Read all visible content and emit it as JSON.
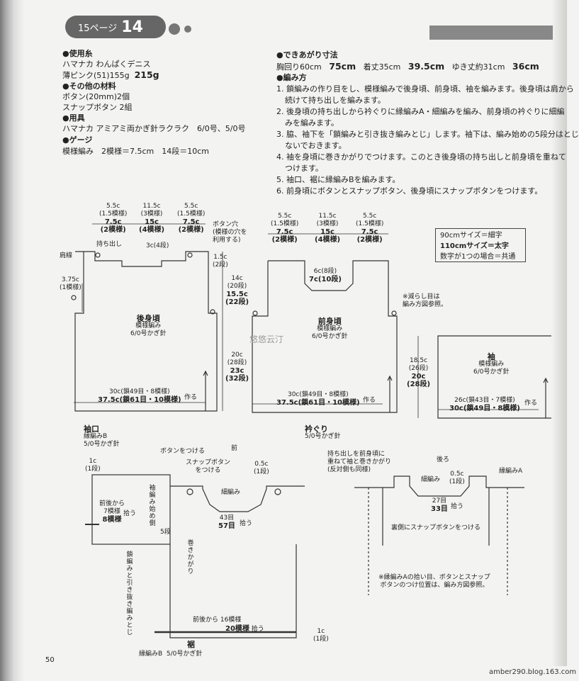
{
  "header": {
    "page_ref": "15ページ",
    "number": "14"
  },
  "materials": {
    "yarn_title": "●使用糸",
    "yarn_brand": "ハマナカ わんぱくデニス",
    "yarn_color": "薄ピンク(51)155g",
    "yarn_color_bold": "215g",
    "other_title": "●その他の材料",
    "button": "ボタン(20mm)2個",
    "snap": "スナップボタン 2組",
    "tools_title": "●用具",
    "tools": "ハマナカ アミアミ両かぎ針ラクラク　6/0号、5/0号",
    "gauge_title": "●ゲージ",
    "gauge": "模様編み　2模様＝7.5cm　14段＝10cm"
  },
  "finished": {
    "title": "●できあがり寸法",
    "chest": "胸回り60cm",
    "chest_b": "75cm",
    "length": "着丈35cm",
    "length_b": "39.5cm",
    "sleeve": "ゆき丈約31cm",
    "sleeve_b": "36cm"
  },
  "method": {
    "title": "●編み方",
    "steps": [
      "1. 鎖編みの作り目をし、模様編みで後身頃、前身頃、袖を編みます。後身頃は肩から",
      "続けて持ち出しを編みます。",
      "2. 後身頃の持ち出しから衿ぐりに縁編みA・細編みを編み、前身頃の衿ぐりに細編",
      "みを編みます。",
      "3. 脇、袖下を「鎖編みと引き抜き編みとじ」します。袖下は、編み始めの5段分はとじ",
      "ないでおきます。",
      "4. 袖を身頃に巻きかがりでつけます。このとき後身頃の持ち出しと前身頃を重ねて",
      "つけます。",
      "5. 袖口、裾に縁編みBを編みます。",
      "6. 前身頃にボタンとスナップボタン、後身頃にスナップボタンをつけます。"
    ]
  },
  "legend": {
    "line1": "90cmサイズ＝細字",
    "line2": "110cmサイズ＝太字",
    "line3": "数字が1つの場合＝共通"
  },
  "back": {
    "title": "後身頃",
    "stitch": "模様編み",
    "hook": "6/0号かぎ針",
    "w1": "5.5c",
    "w1s": "(1.5模様)",
    "w1b": "7.5c",
    "w1bs": "(2模様)",
    "w2": "11.5c",
    "w2s": "(3模様)",
    "w2b": "15c",
    "w2bs": "(4模様)",
    "w3": "5.5c",
    "w3s": "(1.5模様)",
    "w3b": "7.5c",
    "w3bs": "(2模様)",
    "mochidashi": "持ち出し",
    "kata": "肩線",
    "neck": "3c(4段)",
    "button_hole": "ボタン穴",
    "button_hole2": "(模様の穴を",
    "button_hole3": "利用する)",
    "side1": "3.75c",
    "side1s": "(1模様)",
    "top1": "1.5c",
    "top1s": "(2段)",
    "arm": "14c",
    "arms": "(20段)",
    "armb": "15.5c",
    "armbs": "(22段)",
    "body": "20c",
    "bodys": "(28段)",
    "bodyb": "23c",
    "bodybs": "(32段)",
    "bottom": "30c(鎖49目・8模様)",
    "bottom_b": "37.5c(鎖61目・10模様)",
    "make": "作る"
  },
  "front": {
    "title": "前身頃",
    "stitch": "模様編み",
    "hook": "6/0号かぎ針",
    "w1": "5.5c",
    "w1s": "(1.5模様)",
    "w1b": "7.5c",
    "w1bs": "(2模様)",
    "w2": "11.5c",
    "w2s": "(3模様)",
    "w2b": "15c",
    "w2bs": "(4模様)",
    "w3": "5.5c",
    "w3s": "(1.5模様)",
    "w3b": "7.5c",
    "w3bs": "(2模様)",
    "neck": "6c(8段)",
    "neck_b": "7c(10段)",
    "note": "※減らし目は",
    "note2": "編み方図参照。",
    "bottom": "30c(鎖49目・8模様)",
    "bottom_b": "37.5c(鎖61目・10模様)",
    "make": "作る"
  },
  "sleeve": {
    "title": "袖",
    "stitch": "模様編み",
    "hook": "6/0号かぎ針",
    "h": "18.5c",
    "hs": "(26段)",
    "hb": "20c",
    "hbs": "(28段)",
    "bottom": "26c(鎖43目・7模様)",
    "bottom_b": "30c(鎖49目・8模様)",
    "make": "作る"
  },
  "cuff": {
    "title": "袖口",
    "edge": "縁編みB",
    "hook": "5/0号かぎ針",
    "c1": "1c",
    "c1s": "(1段)",
    "pick1": "前後から",
    "pick2": "7模様",
    "pick3": "8模様",
    "pick4": "拾う",
    "start": "袖編み始め側",
    "five": "5段",
    "wrap": "巻きかがり",
    "side": "鎖編みと引き抜き編みとじ",
    "button": "ボタンをつける",
    "front": "前",
    "snap1": "スナップボタン",
    "snap2": "をつける",
    "snap_h": "0.5c",
    "snap_hs": "(1段)",
    "sc": "細編み",
    "n43": "43目",
    "n57": "57目",
    "pick": "拾う"
  },
  "hem": {
    "title": "裾",
    "edge": "縁編みB",
    "hook": "5/0号かぎ針",
    "pick": "前後から",
    "p16": "16模様",
    "p20": "20模様",
    "pickup": "拾う",
    "c1": "1c",
    "c1s": "(1段)"
  },
  "neckline": {
    "title": "衿ぐり",
    "hook": "5/0号かぎ針",
    "note1": "持ち出しを前身頃に",
    "note2": "重ねて袖と巻きかがり",
    "note3": "(反対側も同様)",
    "back": "後ろ",
    "edgeA": "縁編みA",
    "sc": "細編み",
    "h": "0.5c",
    "hs": "(1段)",
    "n27": "27目",
    "n33": "33目",
    "pick": "拾う",
    "snap": "裏側にスナップボタンをつける",
    "note_a": "※縁編みAの拾い目、ボタンとスナップ",
    "note_b": "ボタンのつけ位置は、編み方図参照。"
  },
  "footer": {
    "page": "50",
    "site": "amber290.blog.163.com"
  },
  "watermark": "悠悠云汀"
}
